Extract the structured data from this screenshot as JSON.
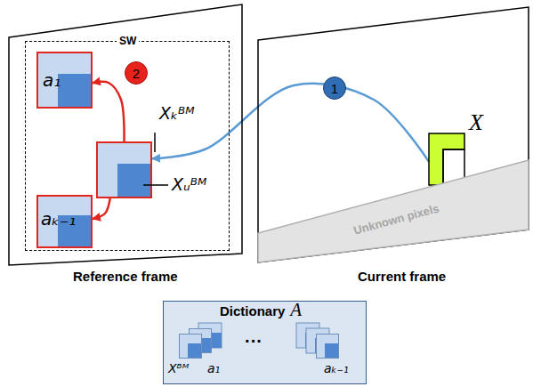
{
  "diagram": {
    "nodes": [
      {
        "text": [
          "Reference frame"
        ]
      },
      {
        "text": [
          "SW"
        ],
        "in": 0
      },
      {
        "text": [
          "a₁"
        ],
        "in": 1
      },
      {
        "text": [
          "Xₖᴮᴹ",
          "Xᵤᴮᴹ"
        ],
        "in": 1
      },
      {
        "text": [
          "aₖ₋₁"
        ],
        "in": 1
      },
      {
        "text": [
          "Current frame"
        ]
      },
      {
        "text": [
          "X"
        ],
        "in": 5
      },
      {
        "text": [
          "Unknown pixels"
        ],
        "in": 5
      },
      {
        "text": [
          "Dictionary",
          "A"
        ]
      },
      {
        "text": [
          "Xᴮᴹ"
        ],
        "in": 8
      },
      {
        "text": [
          "a₁"
        ],
        "in": 8
      },
      {
        "text": [
          "aₖ₋₁"
        ],
        "in": 8
      }
    ],
    "edges": [
      {
        "from": 6,
        "to": 3,
        "arrow": "to",
        "label": "1"
      },
      {
        "from": 3,
        "to": 2,
        "arrow": "to",
        "label": "2"
      },
      {
        "from": 3,
        "to": 4,
        "arrow": "to"
      }
    ],
    "labels": [
      "···"
    ]
  }
}
